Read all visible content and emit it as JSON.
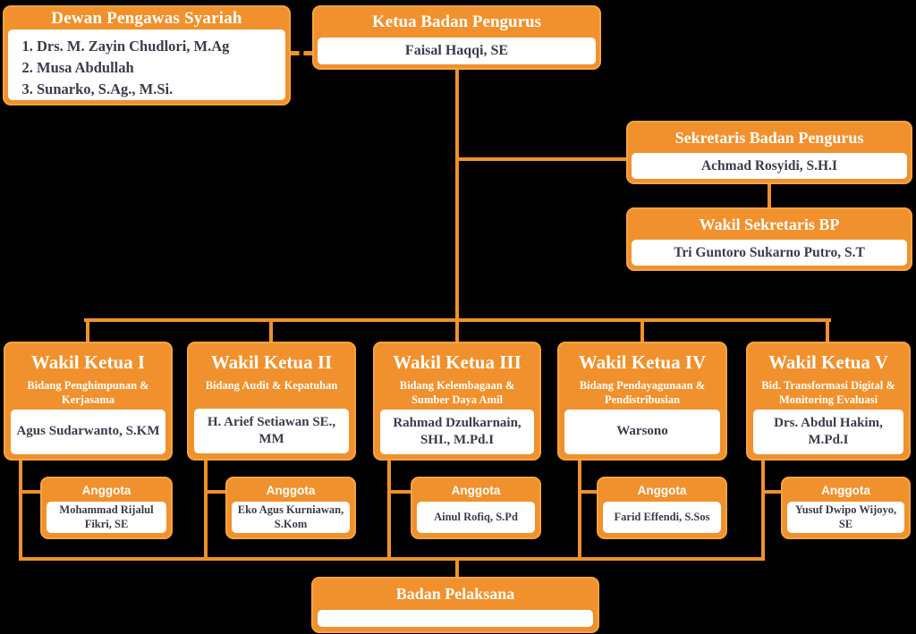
{
  "colors": {
    "orange": "#F0912D",
    "orange_border": "#F7A440",
    "dark_text": "#3B3B4D",
    "white": "#FFFFFF",
    "background": "#000000"
  },
  "nodes": {
    "dewan_pengawas": {
      "title": "Dewan Pengawas Syariah",
      "members": [
        "Drs. M. Zayin Chudlori, M.Ag",
        "Musa Abdullah",
        "Sunarko, S.Ag., M.Si."
      ]
    },
    "ketua": {
      "title": "Ketua Badan Pengurus",
      "name": "Faisal Haqqi, SE"
    },
    "sekretaris": {
      "title": "Sekretaris Badan Pengurus",
      "name": "Achmad Rosyidi, S.H.I"
    },
    "wakil_sekretaris": {
      "title": "Wakil Sekretaris BP",
      "name": "Tri Guntoro Sukarno Putro, S.T"
    },
    "wakil_ketua": [
      {
        "title": "Wakil Ketua I",
        "subtitle": "Bidang Penghimpunan & Kerjasama",
        "name": "Agus Sudarwanto, S.KM",
        "anggota": {
          "label": "Anggota",
          "name": "Mohammad Rijalul Fikri, SE"
        }
      },
      {
        "title": "Wakil Ketua II",
        "subtitle": "Bidang Audit & Kepatuhan",
        "name": "H. Arief Setiawan SE., MM",
        "anggota": {
          "label": "Anggota",
          "name": "Eko Agus Kurniawan, S.Kom"
        }
      },
      {
        "title": "Wakil Ketua III",
        "subtitle": "Bidang Kelembagaan & Sumber Daya Amil",
        "name": "Rahmad Dzulkarnain, SHI., M.Pd.I",
        "anggota": {
          "label": "Anggota",
          "name": "Ainul Rofiq, S.Pd"
        }
      },
      {
        "title": "Wakil Ketua IV",
        "subtitle": "Bidang Pendayagunaan & Pendistribusian",
        "name": "Warsono",
        "anggota": {
          "label": "Anggota",
          "name": "Farid Effendi, S.Sos"
        }
      },
      {
        "title": "Wakil Ketua V",
        "subtitle": "Bid. Transformasi Digital & Monitoring Evaluasi",
        "name": "Drs. Abdul Hakim, M.Pd.I",
        "anggota": {
          "label": "Anggota",
          "name": "Yusuf Dwipo Wijoyo, SE"
        }
      }
    ],
    "badan_pelaksana": {
      "title": "Badan Pelaksana",
      "name": ""
    }
  }
}
